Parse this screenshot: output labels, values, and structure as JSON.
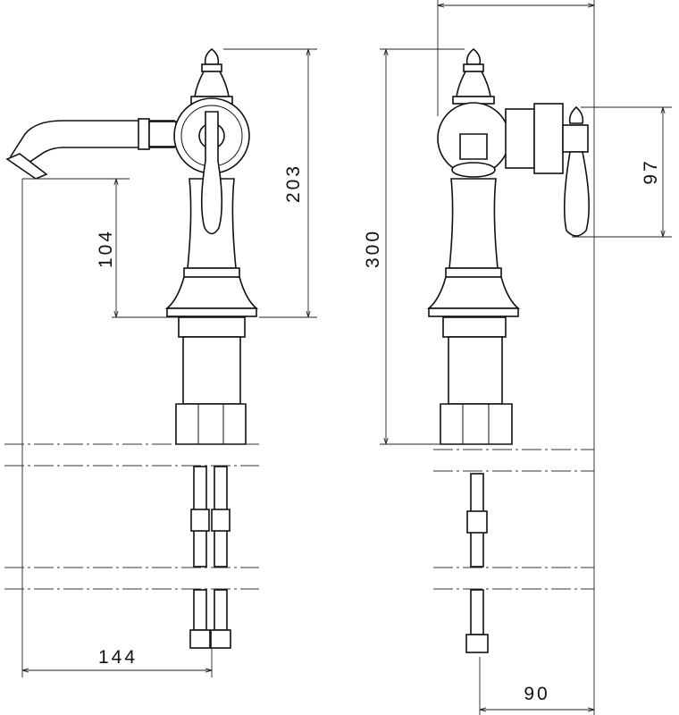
{
  "title": "Faucet dimension drawing",
  "front_view": {
    "dim_height_top": "203",
    "dim_spout_height": "104",
    "dim_spout_reach": "144"
  },
  "side_view": {
    "dim_total_height": "300",
    "dim_handle_height": "97",
    "dim_depth": "90"
  }
}
